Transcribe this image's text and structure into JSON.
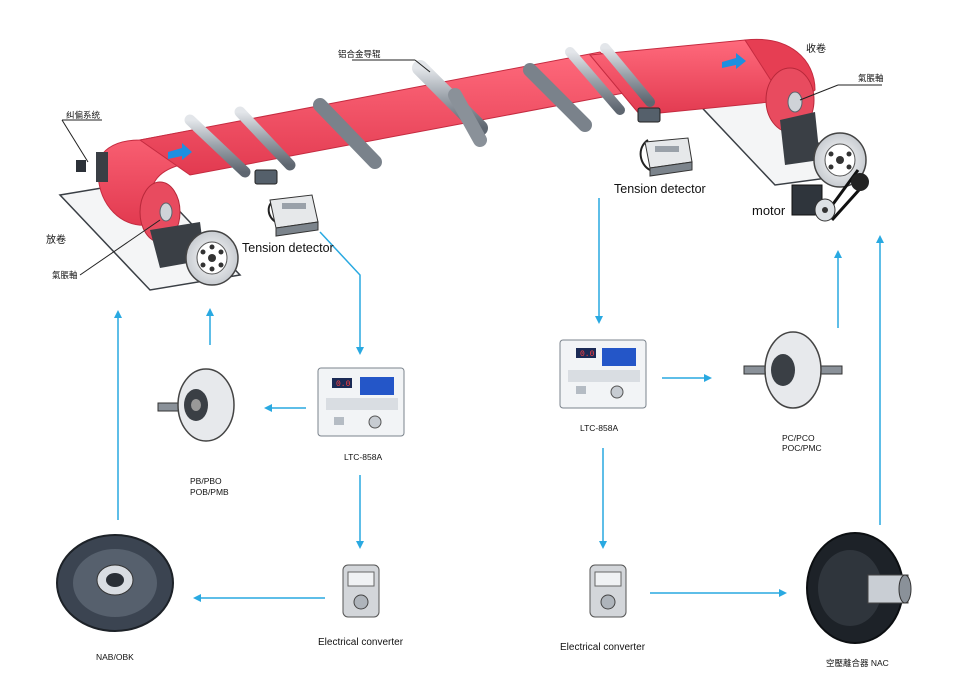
{
  "labels": {
    "aluminum_guide_roller": "铝合金导辊",
    "edge_guide_system": "纠偏系统",
    "unwind": "放卷",
    "air_shaft_left": "氣脹軸",
    "rewind": "收卷",
    "air_shaft_right": "氣脹軸",
    "tension_detector_left": "Tension detector",
    "tension_detector_right": "Tension detector",
    "motor": "motor",
    "controller_left": "LTC-858A",
    "controller_right": "LTC-858A",
    "brake_left_line1": "PB/PBO",
    "brake_left_line2": "POB/PMB",
    "clutch_right_line1": "PC/PCO",
    "clutch_right_line2": "POC/PMC",
    "converter_left": "Electrical converter",
    "converter_right": "Electrical converter",
    "pneumatic_brake": "NAB/OBK",
    "pneumatic_clutch": "空壓離合器 NAC"
  },
  "controller_display": {
    "left": "0.0",
    "right": "0.0"
  },
  "colors": {
    "web": "#f34f63",
    "web_dark": "#d73448",
    "arrow": "#29a9e1",
    "roller": "#b9bdc3",
    "metal_dark": "#3f4a57",
    "frame": "#3a3f45"
  }
}
